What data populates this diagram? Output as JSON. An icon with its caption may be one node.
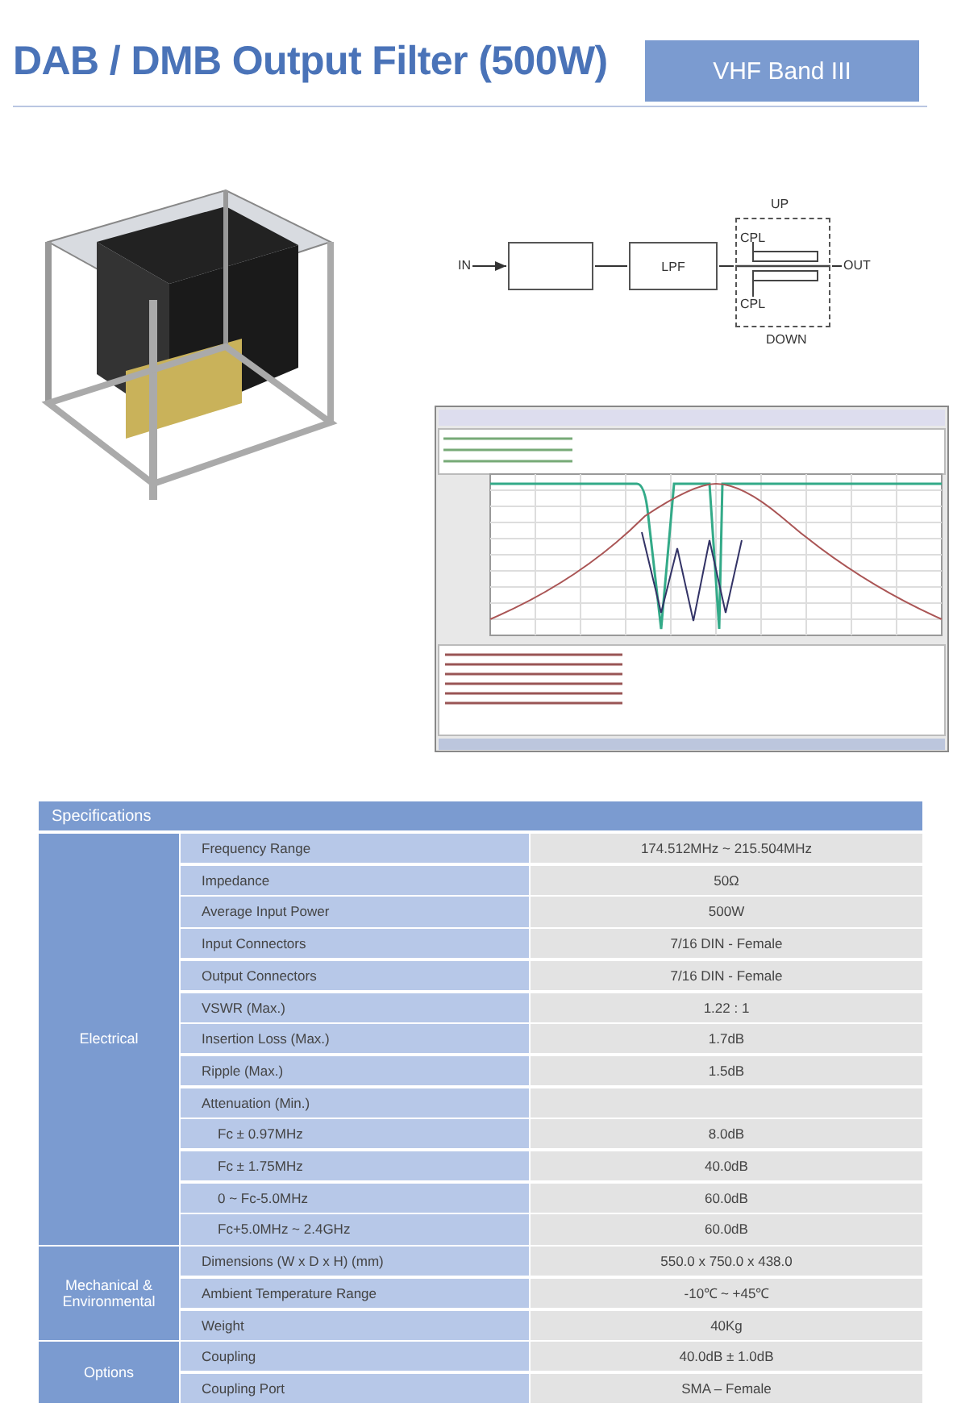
{
  "diagram": {
    "title": "DAB / DMB Output Filter (500W)",
    "nodes": [
      {
        "text": [
          "IN"
        ]
      },
      {
        "text": [],
        "shape": "box"
      },
      {
        "text": [
          "LPF"
        ]
      },
      {
        "text": [
          "UP",
          "CPL",
          "CPL",
          "DOWN"
        ]
      },
      {
        "text": [
          "OUT"
        ]
      }
    ],
    "edges": [
      {
        "from": 0,
        "to": 1,
        "arrow": "to"
      },
      {
        "from": 1,
        "to": 2,
        "arrow": "none"
      },
      {
        "from": 2,
        "to": 3,
        "arrow": "none"
      },
      {
        "from": 3,
        "to": 4,
        "arrow": "none"
      }
    ],
    "labels": [
      "VHF Band III",
      "Specifications",
      "Electrical",
      "Frequency Range",
      "174.512MHz ~ 215.504MHz",
      "Impedance",
      "50Ω",
      "Average Input Power",
      "500W",
      "Input Connectors",
      "7/16  DIN - Female",
      "Output Connectors",
      "7/16  DIN - Female",
      "VSWR (Max.)",
      "1.22 : 1",
      "Insertion Loss (Max.)",
      "1.7dB",
      "Ripple (Max.)",
      "1.5dB",
      "Attenuation (Min.)",
      "Fc ± 0.97MHz",
      "8.0dB",
      "Fc ± 1.75MHz",
      "40.0dB",
      "0 ~ Fc-5.0MHz",
      "60.0dB",
      "Fc+5.0MHz ~ 2.4GHz",
      "60.0dB",
      "Mechanical & Environmental",
      "Dimensions (W x D x H) (mm)",
      "550.0  x  750.0  x  438.0",
      "Ambient Temperature Range",
      "-10℃ ~ +45℃",
      "Weight",
      "40Kg",
      "Options",
      "Coupling",
      "40.0dB ± 1.0dB",
      "Coupling Port",
      "SMA – Female"
    ]
  }
}
